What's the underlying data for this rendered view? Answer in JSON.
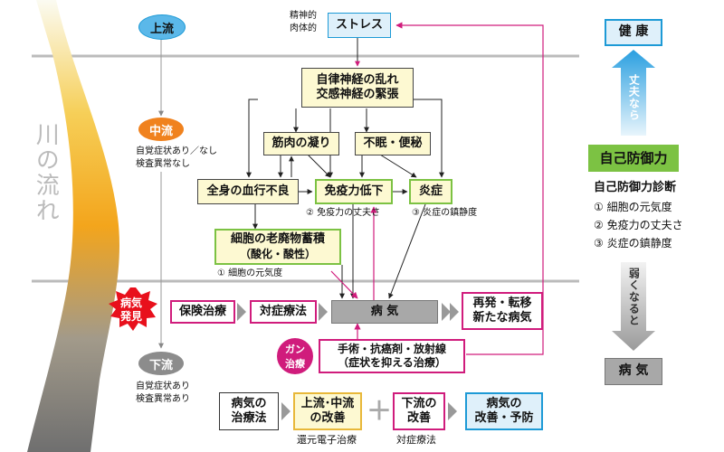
{
  "river": {
    "title": "川の流れ",
    "upper": "上流",
    "middle": "中流",
    "middle_note_1": "自覚症状あり／なし",
    "middle_note_2": "検査異常なし",
    "lower": "下流",
    "lower_note_1": "自覚症状あり",
    "lower_note_2": "検査異常あり"
  },
  "top": {
    "stress_prefix_1": "精神的",
    "stress_prefix_2": "肉体的",
    "stress": "ストレス"
  },
  "chain": {
    "autonomic_1": "自律神経の乱れ",
    "autonomic_2": "交感神経の緊張",
    "muscle": "筋肉の凝り",
    "sleep": "不眠・便秘",
    "blood": "全身の血行不良",
    "immunity": "免疫力低下",
    "inflammation": "炎症",
    "waste_1": "細胞の老廃物蓄積",
    "waste_2": "（酸化・酸性）",
    "note_immunity": "② 免疫力の丈夫さ",
    "note_inflammation": "③ 炎症の鎮静度",
    "note_cell": "① 細胞の元気度"
  },
  "disease_row": {
    "badge_1": "病気",
    "badge_2": "発見",
    "insurance": "保険治療",
    "symptomatic": "対症療法",
    "disease": "病 気",
    "relapse_1": "再発・転移",
    "relapse_2": "新たな病気",
    "cancer_1": "ガン",
    "cancer_2": "治療",
    "surgery_1": "手術・抗癌剤・放射線",
    "surgery_2": "（症状を抑える治療）"
  },
  "bottom": {
    "method_1": "病気の",
    "method_2": "治療法",
    "upstream_1": "上流･中流",
    "upstream_2": "の改善",
    "upstream_note": "還元電子治療",
    "plus": "＋",
    "downstream_1": "下流の",
    "downstream_2": "改善",
    "downstream_note": "対症療法",
    "result_1": "病気の",
    "result_2": "改善・予防"
  },
  "side": {
    "health": "健 康",
    "strong": "丈夫なら",
    "defense": "自己防御力",
    "diagnosis_title": "自己防御力診断",
    "diag_1": "① 細胞の元気度",
    "diag_2": "② 免疫力の丈夫さ",
    "diag_3": "③ 炎症の鎮静度",
    "weak": "弱くなると",
    "illness": "病 気"
  },
  "colors": {
    "blue": "#1d9ad6",
    "green": "#7cc243",
    "magenta": "#d01c7c",
    "orange": "#f0821e",
    "pale_yellow": "#fdf9d2"
  }
}
